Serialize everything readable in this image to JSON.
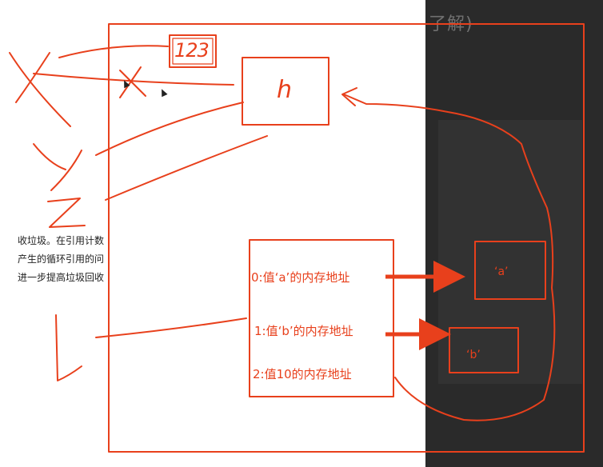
{
  "heading_fragment": "了解)",
  "doc_lines": [
    "收垃圾。在引用计数",
    "产生的循环引用的问",
    "进一步提高垃圾回收"
  ],
  "annotations": {
    "number_box": "123",
    "object_box": "h"
  },
  "list_cells": [
    "0:值‘a’的内存地址",
    "1:值‘b’的内存地址",
    "2:值10的内存地址"
  ],
  "string_objects": {
    "a": "‘a’",
    "b": "‘b’"
  },
  "colors": {
    "ink": "#e8401c",
    "dark_panel": "#2a2a2a",
    "page": "#ffffff"
  }
}
